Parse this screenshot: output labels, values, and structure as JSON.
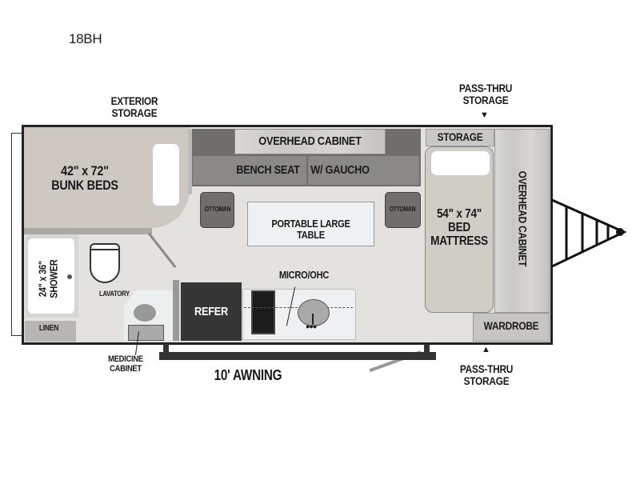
{
  "title": "18BH",
  "labels": {
    "exterior_storage": "EXTERIOR\nSTORAGE",
    "pass_thru_top": "PASS-THRU\nSTORAGE",
    "pass_thru_bottom": "PASS-THRU\nSTORAGE",
    "bunk_beds": "42\" x 72\"\nBUNK BEDS",
    "overhead_cabinet_top": "OVERHEAD CABINET",
    "bench_seat": "BENCH SEAT",
    "gaucho": "W/ GAUCHO",
    "ottoman_left": "OTTOMAN",
    "ottoman_right": "OTTOMAN",
    "table": "PORTABLE LARGE TABLE",
    "storage": "STORAGE",
    "bed": "54\" x 74\"\nBED\nMATTRESS",
    "overhead_cabinet_right": "OVERHEAD CABINET",
    "shower": "24\" x 36\"\nSHOWER",
    "lavatory": "LAVATORY",
    "linen": "LINEN",
    "refer": "REFER",
    "micro": "MICRO/OHC",
    "wardrobe": "WARDROBE",
    "medicine_cabinet": "MEDICINE\nCABINET",
    "awning": "10' AWNING"
  },
  "colors": {
    "wall": "#222222",
    "bunk": "#cdc9c2",
    "bench": "#6b6a68",
    "refer": "#353535"
  }
}
